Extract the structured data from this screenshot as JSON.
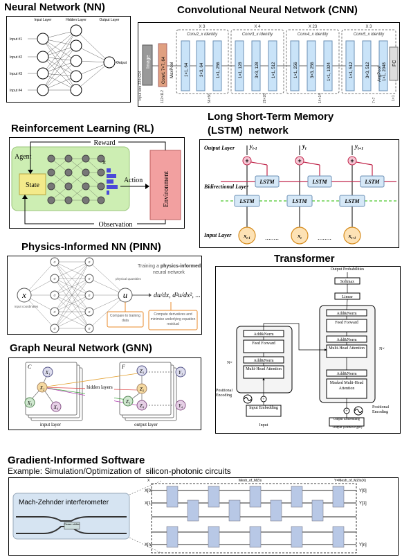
{
  "sections": {
    "nn": {
      "title": "Neural Network (NN)",
      "labels": {
        "input_layer": "Input Layer",
        "hidden_layer": "Hidden Layer",
        "output_layer": "Output Layer",
        "output": "Output"
      },
      "inputs": [
        "Input #1",
        "Input #2",
        "Input #3",
        "Input #4"
      ]
    },
    "cnn": {
      "title": "Convolutional Neural Network (CNN)",
      "stages": [
        {
          "name": "Conv2_x identity",
          "repeat": "X 3",
          "layers": [
            "1×1, 64",
            "3×3, 64",
            "1×1, 256"
          ],
          "size": "56×56"
        },
        {
          "name": "Conv3_x identity",
          "repeat": "X 4",
          "layers": [
            "1×1, 128",
            "3×3, 128",
            "1×1, 512"
          ],
          "size": "28×28"
        },
        {
          "name": "Conv4_x identity",
          "repeat": "X 23",
          "layers": [
            "1×1, 256",
            "3×3, 256",
            "1×1, 1024"
          ],
          "size": "14×14"
        },
        {
          "name": "Conv5_x identity",
          "repeat": "X 3",
          "layers": [
            "1×1, 512",
            "3×3, 512",
            "1×1, 2048"
          ],
          "size": "7×7"
        }
      ],
      "image": "Image",
      "input_size": "Input size 224×224",
      "conv1": "Conv1 7×7, 64",
      "conv1_size": "112×112",
      "maxpool": "MaxPool",
      "avgpool": "AvgPool",
      "fc": "FC",
      "fc_size": "1×1"
    },
    "rl": {
      "title": "Reinforcement Learning (RL)",
      "agent": "Agent",
      "state": "State",
      "reward": "Reward",
      "pi": "π",
      "action": "Action",
      "environment": "Environment",
      "observation": "Observation"
    },
    "lstm": {
      "title_line1": "Long Short-Term Memory",
      "title_line2": "(LSTM)  network",
      "output_layer": "Output Layer",
      "bidirectional_layer": "Bidirectional Layer",
      "input_layer": "Input Layer",
      "cell": "LSTM",
      "plus": "+",
      "outputs": [
        "y",
        "y",
        "y"
      ],
      "output_subs": [
        "t-1",
        "t",
        "t+1"
      ],
      "inputs": [
        "x",
        "x",
        "x"
      ],
      "input_subs": [
        "t-1",
        "t",
        "t+1"
      ],
      "dots": "........"
    },
    "pinn": {
      "title": "Physics-Informed NN (PINN)",
      "x": "x",
      "input_coords": "input coordinates",
      "hidden_top": [
        "σ",
        "σ",
        "σ",
        "σ",
        "σ"
      ],
      "u": "u",
      "physical_quantities": "physical quantities",
      "training_a": "Training a ",
      "physics_informed": "physics-informed",
      "neural_network": "neural network",
      "derivs": "du/dx, d²u/dx², ...",
      "compare": "Compare to training data",
      "compute": "Compute derivatives and minimise underlying equation residual"
    },
    "transformer": {
      "title": "Transformer",
      "output_probabilities": "Output Probabilities",
      "softmax": "Softmax",
      "linear": "Linear",
      "add_norm": "Add&Norm",
      "feed_forward": "Feed Forward",
      "multi_head": "Multi-Head Attention",
      "masked_multi_head": "Masked Multi-Head Attention",
      "nx": "N×",
      "positional_encoding": "Positional Encoding",
      "input_embedding": "Input Embedding",
      "input": "Input",
      "output_embedding": "Output Embedding",
      "output_shifted": "Output (shifted right)"
    },
    "gnn": {
      "title": "Graph Neural Network (GNN)",
      "c": "C",
      "f": "F",
      "x_nodes": [
        "X₁",
        "X₂",
        "X₃",
        "X₄"
      ],
      "z_nodes": [
        "Z₁",
        "Z₂",
        "Z₃",
        "Z₄"
      ],
      "y_nodes": [
        "Y₁",
        "Y₄"
      ],
      "hidden_layers": "hidden layers",
      "input_layer": "input layer",
      "output_layer": "output layer"
    },
    "gis": {
      "title": "Gradient-Informed Software",
      "subtitle": "Example: Simulation/Optimization of  silicon-photonic circuits",
      "mzi": "Mach-Zehnder interferometer",
      "phase_shifter": "Phase shifter",
      "mesh_title": "Mesh_of_MZIs",
      "y_mesh": "Y=Mesh_of_MZIs(X)",
      "x_label": "X",
      "x_ports": [
        "X[0]",
        "X[1]",
        "",
        "X[n]"
      ],
      "y_ports": [
        "Y[0]",
        "Y[1]",
        "",
        "Y[n]"
      ]
    }
  }
}
